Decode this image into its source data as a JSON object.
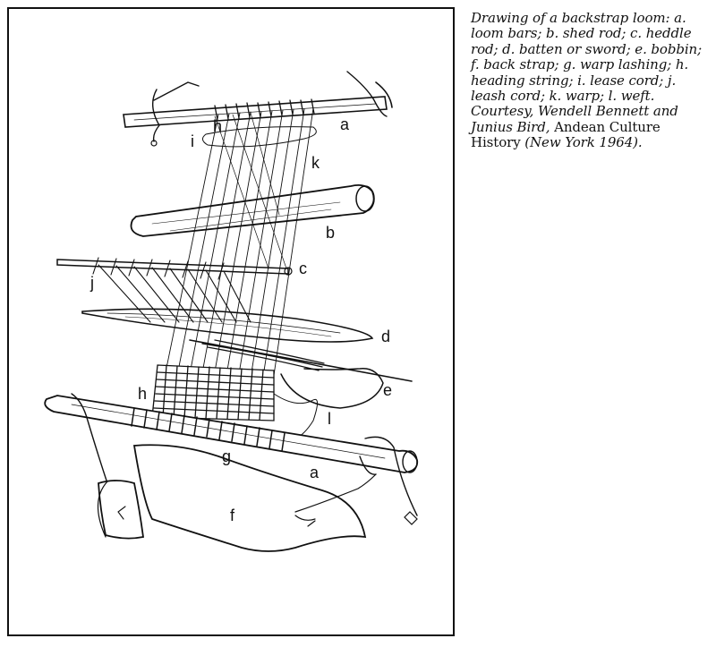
{
  "figure": {
    "labels": {
      "a_top": "a",
      "h_top": "h",
      "i": "i",
      "k": "k",
      "b": "b",
      "c": "c",
      "j": "j",
      "d": "d",
      "e": "e",
      "h_bottom": "h",
      "l": "l",
      "g": "g",
      "a_bottom": "a",
      "f": "f"
    }
  },
  "caption": {
    "part1": "Drawing of a backstrap loom: a. loom bars; b. shed rod; c. heddle rod; d. batten or sword; e. bobbin; f. back strap; g. warp lashing; h. heading string; i. lease cord; j. leash cord; k. warp; l. weft. Courtesy, Wendell Bennett and Junius Bird,",
    "book_title": "Andean Culture History",
    "part2": "(New York 1964)."
  }
}
